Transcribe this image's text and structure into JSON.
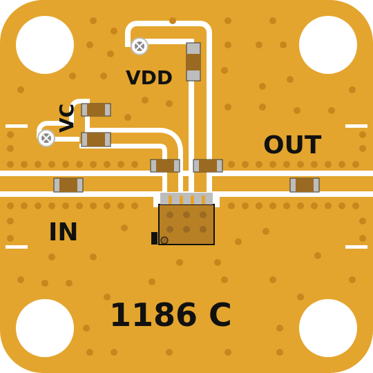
{
  "board": {
    "labels": {
      "vdd": "VDD",
      "vc": "VC",
      "out": "OUT",
      "in": "IN",
      "part": "1186 C"
    },
    "colors": {
      "substrate": "#e3a52e",
      "trace": "#f2f2f2",
      "hole": "#ffffff",
      "via": "#c8861c",
      "component_body": "#9a6a22",
      "component_pad": "#bdbdbd",
      "ic_body": "#b88024",
      "ic_outline": "#111111",
      "text": "#111111"
    },
    "icons": {
      "vdd_test_point": "test-point-icon",
      "vc_test_point": "test-point-icon",
      "pin1_marker": "pin-1-marker-icon"
    }
  }
}
